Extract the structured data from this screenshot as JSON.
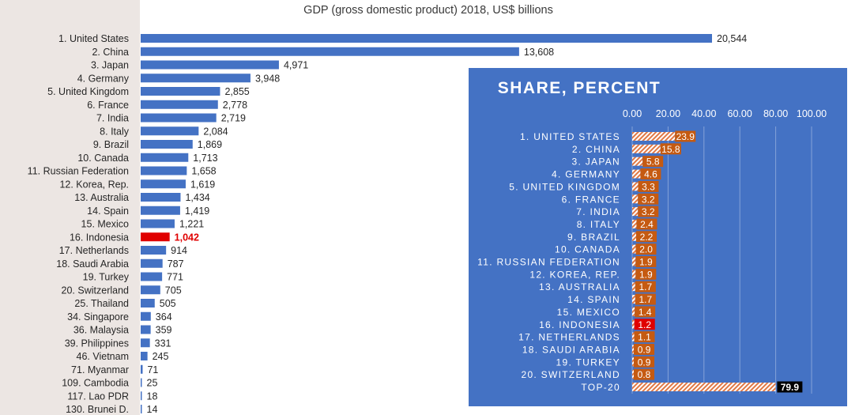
{
  "colors": {
    "bar": "#4472c4",
    "highlight": "#e00000",
    "inset_bg": "#4472c4",
    "inset_bar": "#c55a11",
    "hatch": "#e07845",
    "top20_label_bg": "#000000"
  },
  "chart_data": [
    {
      "type": "bar",
      "orientation": "horizontal",
      "title": "GDP (gross domestic product) 2018, US$ billions",
      "highlight": "16. Indonesia",
      "categories": [
        "1. United States",
        "2. China",
        "3. Japan",
        "4. Germany",
        "5. United Kingdom",
        "6. France",
        "7. India",
        "8. Italy",
        "9. Brazil",
        "10. Canada",
        "11. Russian Federation",
        "12. Korea, Rep.",
        "13. Australia",
        "14. Spain",
        "15. Mexico",
        "16. Indonesia",
        "17. Netherlands",
        "18. Saudi Arabia",
        "19. Turkey",
        "20. Switzerland",
        "25. Thailand",
        "34. Singapore",
        "36. Malaysia",
        "39. Philippines",
        "46. Vietnam",
        "71. Myanmar",
        "109. Cambodia",
        "117. Lao PDR",
        "130. Brunei D."
      ],
      "values": [
        20544,
        13608,
        4971,
        3948,
        2855,
        2778,
        2719,
        2084,
        1869,
        1713,
        1658,
        1619,
        1434,
        1419,
        1221,
        1042,
        914,
        787,
        771,
        705,
        505,
        364,
        359,
        331,
        245,
        71,
        25,
        18,
        14
      ],
      "labels": [
        "20,544",
        "13,608",
        "4,971",
        "3,948",
        "2,855",
        "2,778",
        "2,719",
        "2,084",
        "1,869",
        "1,713",
        "1,658",
        "1,619",
        "1,434",
        "1,419",
        "1,221",
        "1,042",
        "914",
        "787",
        "771",
        "705",
        "505",
        "364",
        "359",
        "331",
        "245",
        "71",
        "25",
        "18",
        "14"
      ]
    },
    {
      "type": "bar",
      "orientation": "horizontal",
      "title": "SHARE, PERCENT",
      "highlight": "16. INDONESIA",
      "xlim": [
        0,
        100
      ],
      "ticks": [
        "0.00",
        "20.00",
        "40.00",
        "60.00",
        "80.00",
        "100.00"
      ],
      "grid": true,
      "categories": [
        "1. UNITED STATES",
        "2. CHINA",
        "3. JAPAN",
        "4. GERMANY",
        "5. UNITED KINGDOM",
        "6. FRANCE",
        "7. INDIA",
        "8. ITALY",
        "9. BRAZIL",
        "10. CANADA",
        "11. RUSSIAN FEDERATION",
        "12. KOREA, REP.",
        "13. AUSTRALIA",
        "14. SPAIN",
        "15. MEXICO",
        "16. INDONESIA",
        "17. NETHERLANDS",
        "18. SAUDI ARABIA",
        "19. TURKEY",
        "20. SWITZERLAND",
        "TOP-20"
      ],
      "values": [
        23.9,
        15.8,
        5.8,
        4.6,
        3.3,
        3.2,
        3.2,
        2.4,
        2.2,
        2.0,
        1.9,
        1.9,
        1.7,
        1.7,
        1.4,
        1.2,
        1.1,
        0.9,
        0.9,
        0.8,
        79.9
      ],
      "labels": [
        "23.9",
        "15.8",
        "5.8",
        "4.6",
        "3.3",
        "3.2",
        "3.2",
        "2.4",
        "2.2",
        "2.0",
        "1.9",
        "1.9",
        "1.7",
        "1.7",
        "1.4",
        "1.2",
        "1.1",
        "0.9",
        "0.9",
        "0.8",
        "79.9"
      ]
    }
  ]
}
